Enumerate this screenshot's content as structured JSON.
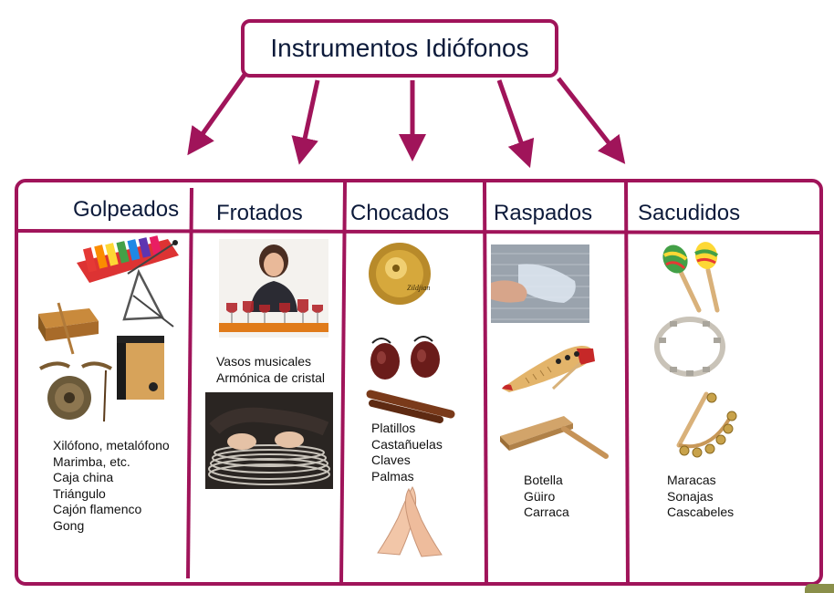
{
  "title": "Instrumentos Idiófonos",
  "colors": {
    "accent": "#a0145a",
    "heading": "#0c1a3a"
  },
  "categories": [
    {
      "heading": "Golpeados",
      "items": [
        "Xilófono, metalófono",
        "Marimba, etc.",
        "Caja china",
        "Triángulo",
        "Cajón flamenco",
        "Gong"
      ]
    },
    {
      "heading": "Frotados",
      "items": [
        "Vasos musicales",
        "Armónica de cristal"
      ]
    },
    {
      "heading": "Chocados",
      "items": [
        "Platillos",
        "Castañuelas",
        "Claves",
        "Palmas"
      ]
    },
    {
      "heading": "Raspados",
      "items": [
        "Botella",
        "Güiro",
        "Carraca"
      ]
    },
    {
      "heading": "Sacudidos",
      "items": [
        "Maracas",
        "Sonajas",
        "Cascabeles"
      ]
    }
  ],
  "cymbal_brand": "Zildjian",
  "icons": [
    "xylophone-icon",
    "triangle-icon",
    "wood-block-icon",
    "cajon-icon",
    "gong-icon",
    "glass-harp-photo",
    "glass-armonica-photo",
    "cymbal-icon",
    "castanets-icon",
    "claves-icon",
    "clapping-hands-icon",
    "bottle-scrape-photo",
    "guiro-icon",
    "ratchet-icon",
    "maracas-icon",
    "tambourine-icon",
    "jingle-bells-icon"
  ]
}
